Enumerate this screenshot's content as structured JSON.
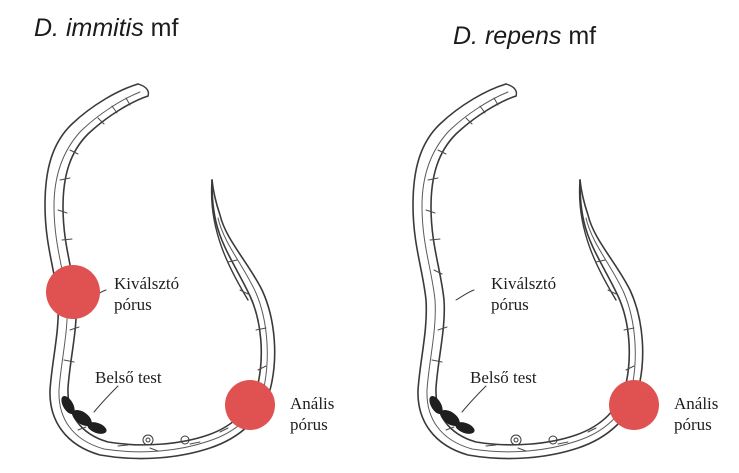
{
  "panels": [
    {
      "species": "D. immitis",
      "suffix": "mf",
      "labels": {
        "excretory_line1": "Kiválsztó",
        "excretory_line2": "pórus",
        "inner_body": "Belső test",
        "anal_line1": "Anális",
        "anal_line2": "pórus"
      },
      "highlighted": [
        "Kiválsztó pórus",
        "Anális pórus"
      ]
    },
    {
      "species": "D. repens",
      "suffix": "mf",
      "labels": {
        "excretory_line1": "Kiválsztó",
        "excretory_line2": "pórus",
        "inner_body": "Belső test",
        "anal_line1": "Anális",
        "anal_line2": "pórus"
      },
      "highlighted": [
        "Anális pórus"
      ]
    }
  ],
  "colors": {
    "marker": "#e05252",
    "outline": "#3a3a3a",
    "background": "#ffffff"
  }
}
